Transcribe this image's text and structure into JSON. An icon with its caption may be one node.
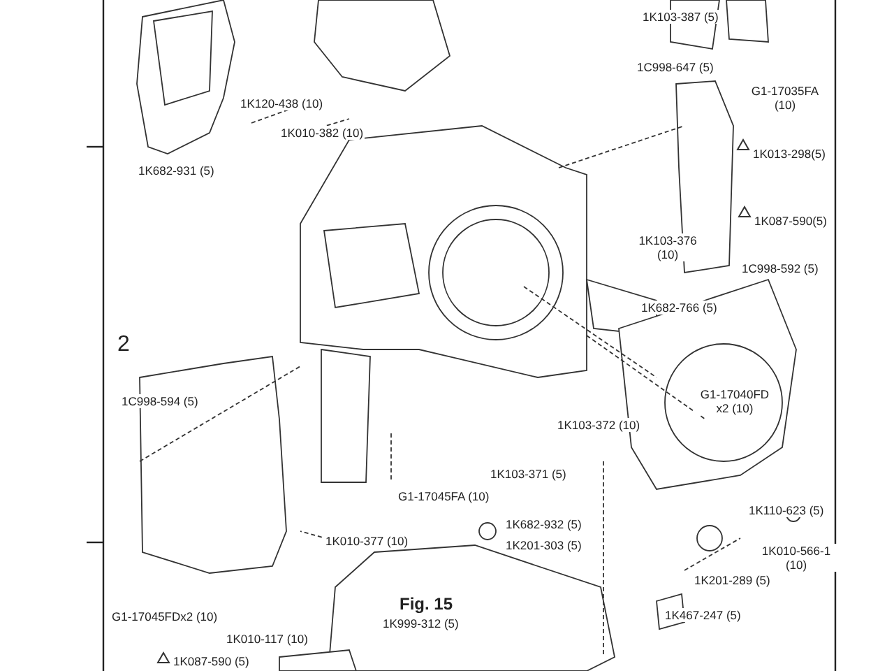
{
  "diagram": {
    "labels": [
      "1K103-387 (5)",
      "1K120-438 (10)",
      "1K010-382 (10)",
      "1C998-647 (5)",
      "G1-17035FA (10)",
      "1K682-931 (5)",
      "1K013-298(5)",
      "1K087-590(5)",
      "1K103-376 (10)",
      "1C998-592 (5)",
      "1K682-766 (5)",
      "2",
      "G1-17040FD x2 (10)",
      "1C998-594 (5)",
      "1K103-372 (10)",
      "1K103-371 (5)",
      "G1-17045FA (10)",
      "1K682-932 (5)",
      "1K110-623 (5)",
      "1K201-303 (5)",
      "1K010-566-1 (10)",
      "1K010-377 (10)",
      "Fig. 15",
      "1K201-289 (5)",
      "1K999-312 (5)",
      "G1-17045FDx2 (10)",
      "1K467-247 (5)",
      "1K010-117 (10)",
      "1K087-590 (5)"
    ]
  }
}
